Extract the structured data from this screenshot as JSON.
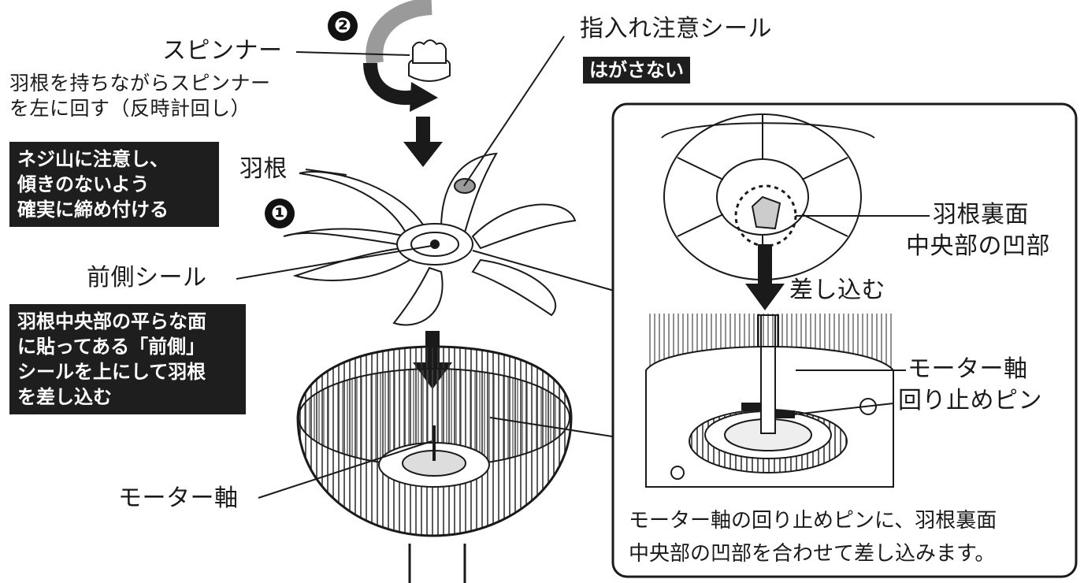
{
  "labels": {
    "spinner": "スピンナー",
    "spinner_instruction_1": "羽根を持ちながらスピンナー",
    "spinner_instruction_2": "を左に回す（反時計回し）",
    "caution_seal": "指入れ注意シール",
    "do_not_peel": "はがさない",
    "blade": "羽根",
    "front_seal": "前側シール",
    "motor_shaft": "モーター軸",
    "blade_back_1": "羽根裏面",
    "blade_back_2": "中央部の凹部",
    "insert": "差し込む",
    "motor_shaft_inset": "モーター軸",
    "stop_pin": "回り止めピン"
  },
  "step_numbers": {
    "one": "❶",
    "two": "❷"
  },
  "boxes": {
    "tighten": [
      "ネジ山に注意し、",
      "傾きのないよう",
      "確実に締め付ける"
    ],
    "insert_blade": [
      "羽根中央部の平らな面",
      "に貼ってある「前側」",
      "シールを上にして羽根",
      "を差し込む"
    ]
  },
  "inset_caption": [
    "モーター軸の回り止めピンに、羽根裏面",
    "中央部の凹部を合わせて差し込みます。"
  ],
  "colors": {
    "ink": "#1a1a1a",
    "box_bg": "#1e1e1e",
    "arrow_gray": "#9a9a9a",
    "paper": "#ffffff"
  }
}
